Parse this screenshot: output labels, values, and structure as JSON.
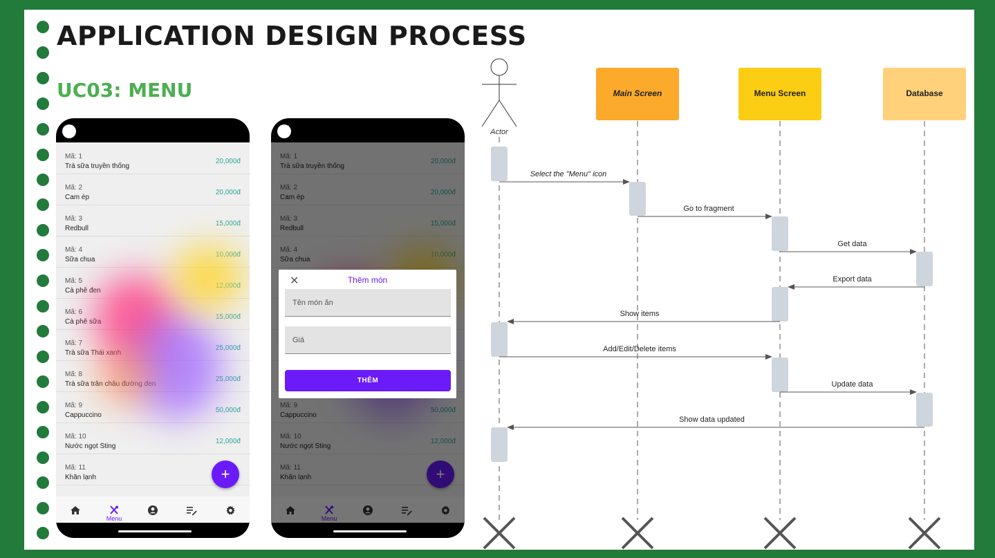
{
  "slide": {
    "title": "APPLICATION DESIGN PROCESS",
    "subtitle": "UC03: MENU"
  },
  "colors": {
    "background": "#227a3b",
    "accent_green": "#4caf50",
    "primary_purple": "#6a1bf7",
    "price_teal": "#26a69a"
  },
  "menu_items": [
    {
      "code": "Mã: 1",
      "name": "Trà sữa truyền thống",
      "price": "20,000đ"
    },
    {
      "code": "Mã: 2",
      "name": "Cam ép",
      "price": "20,000đ"
    },
    {
      "code": "Mã: 3",
      "name": "Redbull",
      "price": "15,000đ"
    },
    {
      "code": "Mã: 4",
      "name": "Sữa chua",
      "price": "10,000đ"
    },
    {
      "code": "Mã: 5",
      "name": "Cà phê đen",
      "price": "12,000đ"
    },
    {
      "code": "Mã: 6",
      "name": "Cà phê sữa",
      "price": "15,000đ"
    },
    {
      "code": "Mã: 7",
      "name": "Trà sữa Thái xanh",
      "price": "25,000đ"
    },
    {
      "code": "Mã: 8",
      "name": "Trà sữa trân châu đường đen",
      "price": "25,000đ"
    },
    {
      "code": "Mã: 9",
      "name": "Cappuccino",
      "price": "50,000đ"
    },
    {
      "code": "Mã: 10",
      "name": "Nước ngọt Sting",
      "price": "12,000đ"
    },
    {
      "code": "Mã: 11",
      "name": "Khăn lạnh",
      "price": ""
    }
  ],
  "bottom_nav": [
    {
      "icon": "home-icon",
      "label": ""
    },
    {
      "icon": "utensils-icon",
      "label": "Menu"
    },
    {
      "icon": "account-icon",
      "label": ""
    },
    {
      "icon": "edit-list-icon",
      "label": ""
    },
    {
      "icon": "gear-icon",
      "label": ""
    }
  ],
  "fab": {
    "label": "+"
  },
  "dialog": {
    "title": "Thêm món",
    "close": "✕",
    "name_placeholder": "Tên món ăn",
    "price_placeholder": "Giá",
    "submit_label": "THÊM"
  },
  "sequence": {
    "actor": "Actor",
    "lifelines": [
      {
        "name": "Main Screen",
        "color": "#fbaa2b",
        "italic": true
      },
      {
        "name": "Menu Screen",
        "color": "#fbcd13",
        "italic": false
      },
      {
        "name": "Database",
        "color": "#fed17a",
        "italic": false
      }
    ],
    "messages": [
      {
        "from": 0,
        "to": 1,
        "label": "Select the \"Menu\" icon",
        "italic": true
      },
      {
        "from": 1,
        "to": 2,
        "label": "Go to fragment"
      },
      {
        "from": 2,
        "to": 3,
        "label": "Get data"
      },
      {
        "from": 3,
        "to": 2,
        "label": "Export data"
      },
      {
        "from": 2,
        "to": 0,
        "label": "Show items"
      },
      {
        "from": 0,
        "to": 2,
        "label": "Add/Edit/Delete items"
      },
      {
        "from": 2,
        "to": 3,
        "label": "Update data"
      },
      {
        "from": 3,
        "to": 0,
        "label": "Show data updated"
      }
    ]
  }
}
